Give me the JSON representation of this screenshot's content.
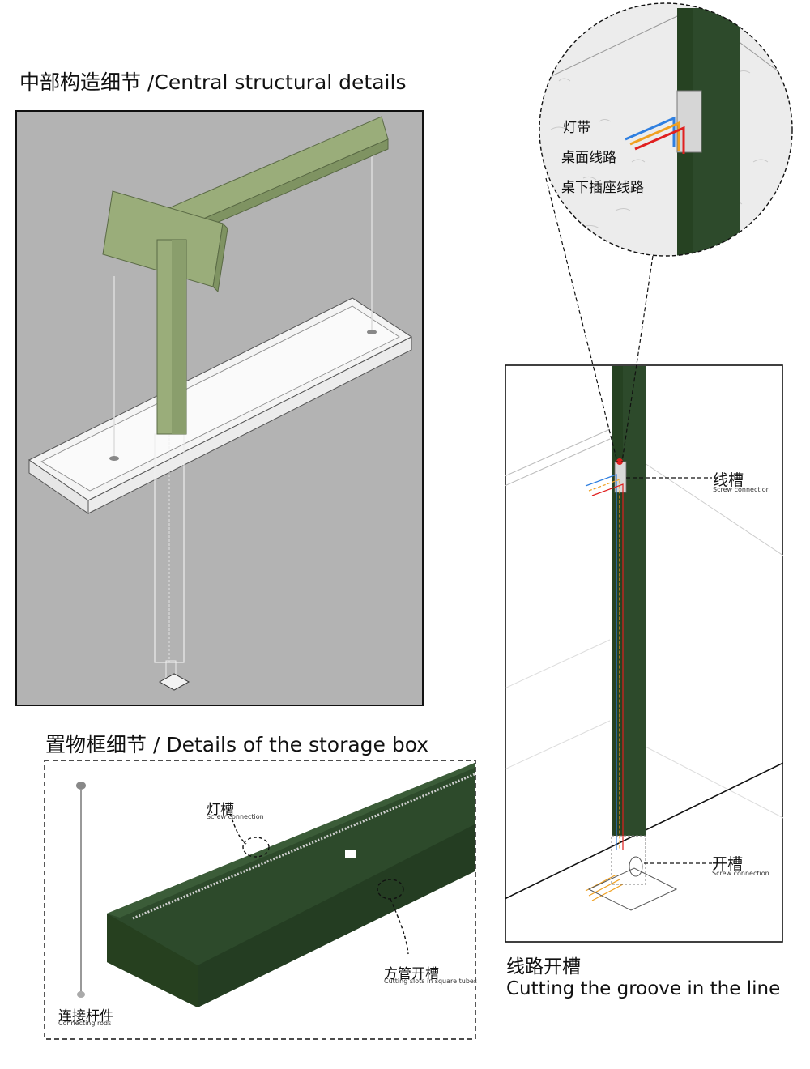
{
  "central": {
    "title": "中部构造细节 /Central structural details"
  },
  "storage": {
    "title": "置物框细节 / Details of the storage box",
    "light_slot": {
      "cn": "灯槽",
      "en": "Screw connection"
    },
    "tube_slot": {
      "cn": "方管开槽",
      "en": "Cutting slots in square tubes"
    },
    "rod": {
      "cn": "连接杆件",
      "en": "Connecting rods"
    }
  },
  "wiring": {
    "title_cn": "线路开槽",
    "title_en": "Cutting the groove in the line",
    "groove": {
      "cn": "线槽",
      "en": "Screw connection"
    },
    "slot": {
      "cn": "开槽",
      "en": "Screw connection"
    }
  },
  "zoom": {
    "light_strip": "灯带",
    "desk_line": "桌面线路",
    "socket_line": "桌下插座线路"
  },
  "colors": {
    "wood": "#2d4a2b",
    "frame_green": "#9aad7a",
    "panel_bg": "#b3b3b3",
    "blue": "#2f7fe0",
    "orange": "#f0a020",
    "red": "#e02020"
  }
}
